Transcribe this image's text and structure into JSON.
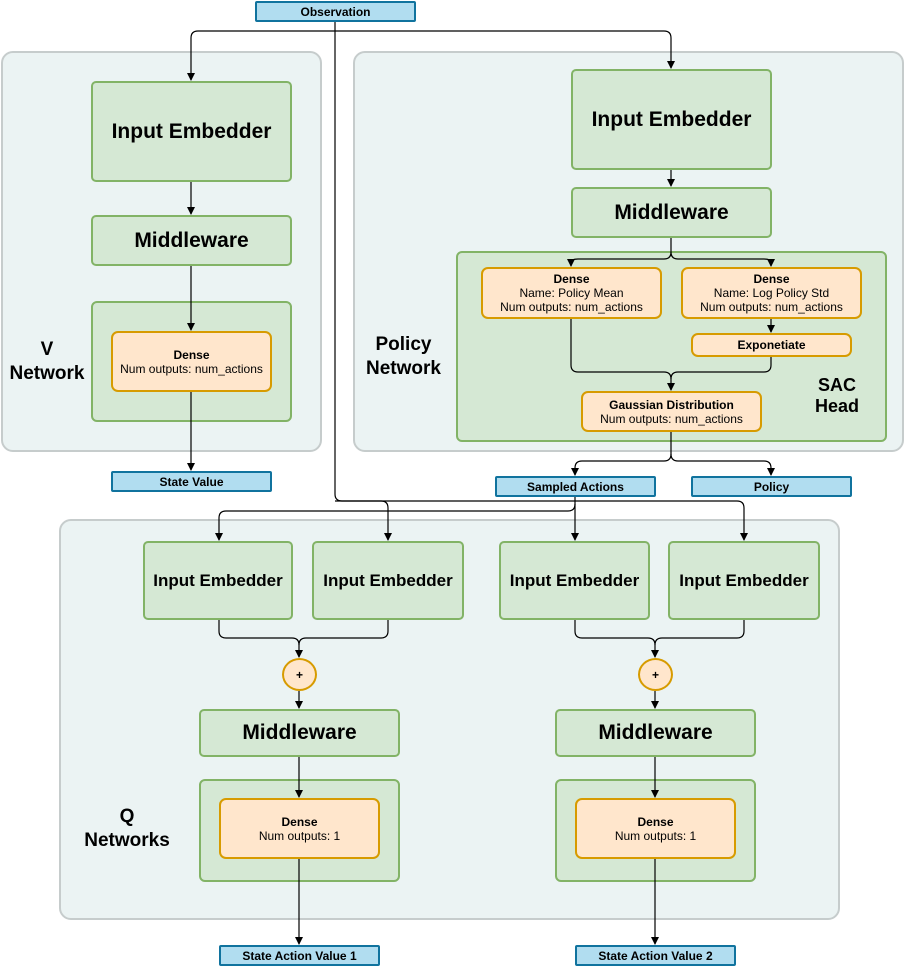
{
  "observation": "Observation",
  "v_network": {
    "label_line1": "V",
    "label_line2": "Network",
    "input_embedder": "Input Embedder",
    "middleware": "Middleware",
    "dense_title": "Dense",
    "dense_outputs": "Num outputs: num_actions",
    "output": "State Value"
  },
  "policy_network": {
    "label_line1": "Policy",
    "label_line2": "Network",
    "input_embedder": "Input Embedder",
    "middleware": "Middleware",
    "sac_head": {
      "label_line1": "SAC",
      "label_line2": "Head",
      "dense_mean": {
        "title": "Dense",
        "name": "Name: Policy Mean",
        "outputs": "Num outputs: num_actions"
      },
      "dense_std": {
        "title": "Dense",
        "name": "Name: Log Policy Std",
        "outputs": "Num outputs: num_actions"
      },
      "exponentiate": "Exponetiate",
      "gaussian": {
        "title": "Gaussian Distribution",
        "outputs": "Num outputs: num_actions"
      }
    },
    "output_sampled": "Sampled Actions",
    "output_policy": "Policy"
  },
  "q_networks": {
    "label_line1": "Q",
    "label_line2": "Networks",
    "input_embedder": "Input Embedder",
    "plus": "+",
    "middleware": "Middleware",
    "dense_title": "Dense",
    "dense_outputs": "Num outputs: 1",
    "output_1": "State Action Value 1",
    "output_2": "State Action Value 2"
  },
  "colors": {
    "group_fill": "#ebf3f3",
    "block_fill": "#d5e8d4",
    "block_border": "#82b366",
    "head_fill": "#ffe6cc",
    "head_border": "#d79b00",
    "io_fill": "#b1ddf0",
    "io_border": "#10739e"
  }
}
